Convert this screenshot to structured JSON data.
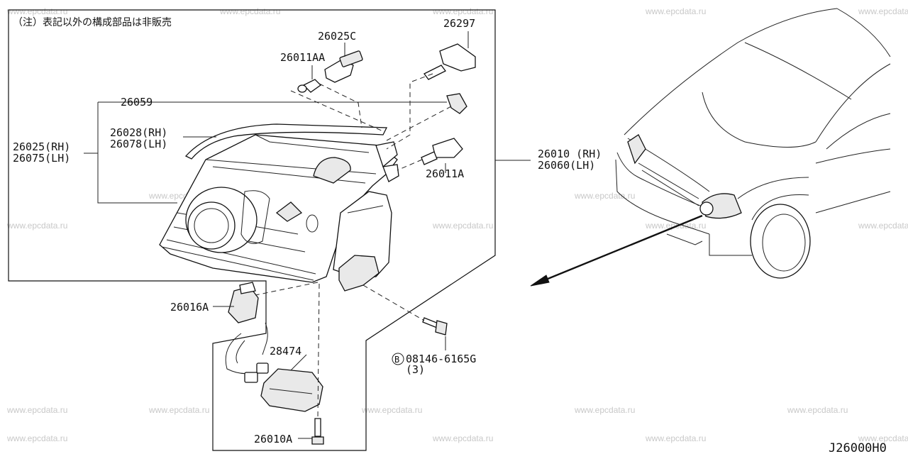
{
  "note": "（注）表記以外の構成部品は非販売",
  "diagram_code": "J26000H0",
  "watermark": "www.epcdata.ru",
  "parts": {
    "p26025C": "26025C",
    "p26297": "26297",
    "p26011AA": "26011AA",
    "p26059": "26059",
    "p26028_rh": "26028(RH)",
    "p26078_lh": "26078(LH)",
    "p26025_rh": "26025(RH)",
    "p26075_lh": "26075(LH)",
    "p26011A": "26011A",
    "p26010_rh": "26010 (RH)",
    "p26060_lh": "26060(LH)",
    "p26016A": "26016A",
    "p28474": "28474",
    "bolt_marker": "B",
    "bolt_number": "08146-6165G",
    "bolt_qty": "(3)",
    "p26010A": "26010A"
  }
}
